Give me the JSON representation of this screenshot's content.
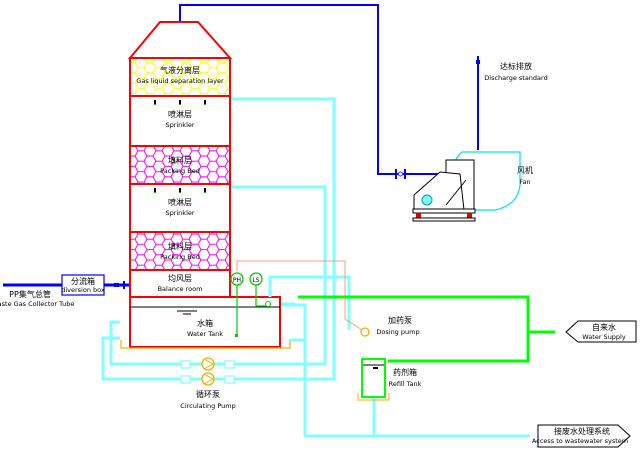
{
  "diagram": {
    "title": "Waste gas scrubbing tower process flow",
    "colors": {
      "tower": "#ff0000",
      "gas_pipe": "#0000ff",
      "water_pipe": "#80ffff",
      "dosing_pipe": "#00ff00",
      "signal_line": "#f4a080",
      "packing_pink": "#ff00ff",
      "separation_yellow": "#ffff00",
      "pump_orange": "#f0b000"
    },
    "tower": {
      "separation_layer": {
        "zh": "气液分离层",
        "en": "Gas liquid separation layer"
      },
      "sprinkler_upper": {
        "zh": "喷淋层",
        "en": "Sprinkler"
      },
      "packing_upper": {
        "zh": "填料层",
        "en": "Packing Bed"
      },
      "sprinkler_lower": {
        "zh": "喷淋层",
        "en": "Sprinkler"
      },
      "packing_lower": {
        "zh": "填料层",
        "en": "Packing Bed"
      },
      "balance_room": {
        "zh": "均风层",
        "en": "Balance room"
      },
      "water_tank": {
        "zh": "水箱",
        "en": "Water Tank"
      }
    },
    "inlet": {
      "diversion_box": {
        "zh": "分流箱",
        "en": "diversion box"
      },
      "collector": {
        "zh": "PP集气总管",
        "en": "Waste Gas Collector Tube"
      }
    },
    "instruments": {
      "ph": "PH",
      "ls": "LS"
    },
    "pump": {
      "zh": "循环泵",
      "en": "Circulating Pump"
    },
    "dosing_pump": {
      "zh": "加药泵",
      "en": "Dosing pump"
    },
    "refill_tank": {
      "zh": "药剂箱",
      "en": "Refill Tank"
    },
    "water_supply": {
      "zh": "自来水",
      "en": "Water Supply"
    },
    "fan": {
      "zh": "风机",
      "en": "Fan"
    },
    "discharge": {
      "zh": "达标排放",
      "en": "Discharge standard"
    },
    "wastewater": {
      "zh": "接废水处理系统",
      "en": "Access to wastewater system"
    }
  }
}
